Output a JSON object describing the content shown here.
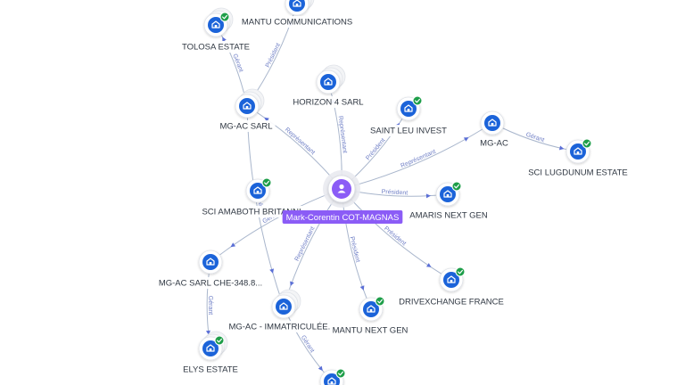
{
  "colors": {
    "edge": "#a9b6cc",
    "edge_label": "#6f7fc6",
    "node_blue": "#1b63d9",
    "check_green": "#1e9e49",
    "person_purple": "#8b5cf6",
    "person_label_bg": "#8b5cf6"
  },
  "person": {
    "name": "Mark-Corentin COT-MAGNAS",
    "icon": "person-icon"
  },
  "companies": [
    {
      "id": "mantu_comm",
      "label": "MANTU COMMUNICATIONS",
      "icon": "building-icon",
      "checked": false,
      "stack": true
    },
    {
      "id": "tolosa",
      "label": "TOLOSA ESTATE",
      "icon": "building-icon",
      "checked": true,
      "stack": true
    },
    {
      "id": "mgac_sarl",
      "label": "MG-AC SARL",
      "icon": "building-icon",
      "checked": false,
      "stack": true
    },
    {
      "id": "horizon4",
      "label": "HORIZON 4 SARL",
      "icon": "building-icon",
      "checked": false,
      "stack": true
    },
    {
      "id": "saintleu",
      "label": "SAINT LEU INVEST",
      "icon": "building-icon",
      "checked": true,
      "stack": false
    },
    {
      "id": "mgac",
      "label": "MG-AC",
      "icon": "building-icon",
      "checked": false,
      "stack": false
    },
    {
      "id": "lugdunum",
      "label": "SCI LUGDUNUM ESTATE",
      "icon": "building-icon",
      "checked": true,
      "stack": false
    },
    {
      "id": "amaboth",
      "label": "SCI AMABOTH BRITANNI...",
      "icon": "building-icon",
      "checked": true,
      "stack": false
    },
    {
      "id": "amaris",
      "label": "AMARIS NEXT GEN",
      "icon": "building-icon",
      "checked": true,
      "stack": false
    },
    {
      "id": "mgac_che",
      "label": "MG-AC SARL CHE-348.8...",
      "icon": "building-icon",
      "checked": false,
      "stack": false
    },
    {
      "id": "drivex",
      "label": "DRIVEXCHANGE FRANCE",
      "icon": "building-icon",
      "checked": true,
      "stack": false
    },
    {
      "id": "mgac_immat",
      "label": "MG-AC - IMMATRICULÉE...",
      "icon": "building-icon",
      "checked": false,
      "stack": true
    },
    {
      "id": "mantu_ng",
      "label": "MANTU NEXT GEN",
      "icon": "building-icon",
      "checked": true,
      "stack": false
    },
    {
      "id": "elys",
      "label": "ELYS ESTATE",
      "icon": "building-icon",
      "checked": true,
      "stack": true
    },
    {
      "id": "bottom",
      "label": "",
      "icon": "building-icon",
      "checked": true,
      "stack": false
    }
  ],
  "edges": [
    {
      "from": "person",
      "to": "horizon4",
      "label": "Représentant"
    },
    {
      "from": "person",
      "to": "mgac_sarl",
      "label": "Représentant"
    },
    {
      "from": "person",
      "to": "saintleu",
      "label": "Président"
    },
    {
      "from": "person",
      "to": "mgac",
      "label": "Représentant"
    },
    {
      "from": "person",
      "to": "amaris",
      "label": "Président"
    },
    {
      "from": "person",
      "to": "drivex",
      "label": "Président"
    },
    {
      "from": "person",
      "to": "mantu_ng",
      "label": "Président"
    },
    {
      "from": "person",
      "to": "mgac_immat",
      "label": "Représentant"
    },
    {
      "from": "person",
      "to": "mgac_che",
      "label": "Gérant"
    },
    {
      "from": "mgac_sarl",
      "to": "tolosa",
      "label": "Gérant"
    },
    {
      "from": "mgac_sarl",
      "to": "mantu_comm",
      "label": "Président"
    },
    {
      "from": "mgac",
      "to": "lugdunum",
      "label": "Gérant"
    },
    {
      "from": "mgac_sarl",
      "to": "mgac_immat",
      "label": "Gérant"
    },
    {
      "from": "mgac_che",
      "to": "elys",
      "label": "Gérant"
    },
    {
      "from": "mgac_immat",
      "to": "bottom",
      "label": "Gérant"
    }
  ]
}
